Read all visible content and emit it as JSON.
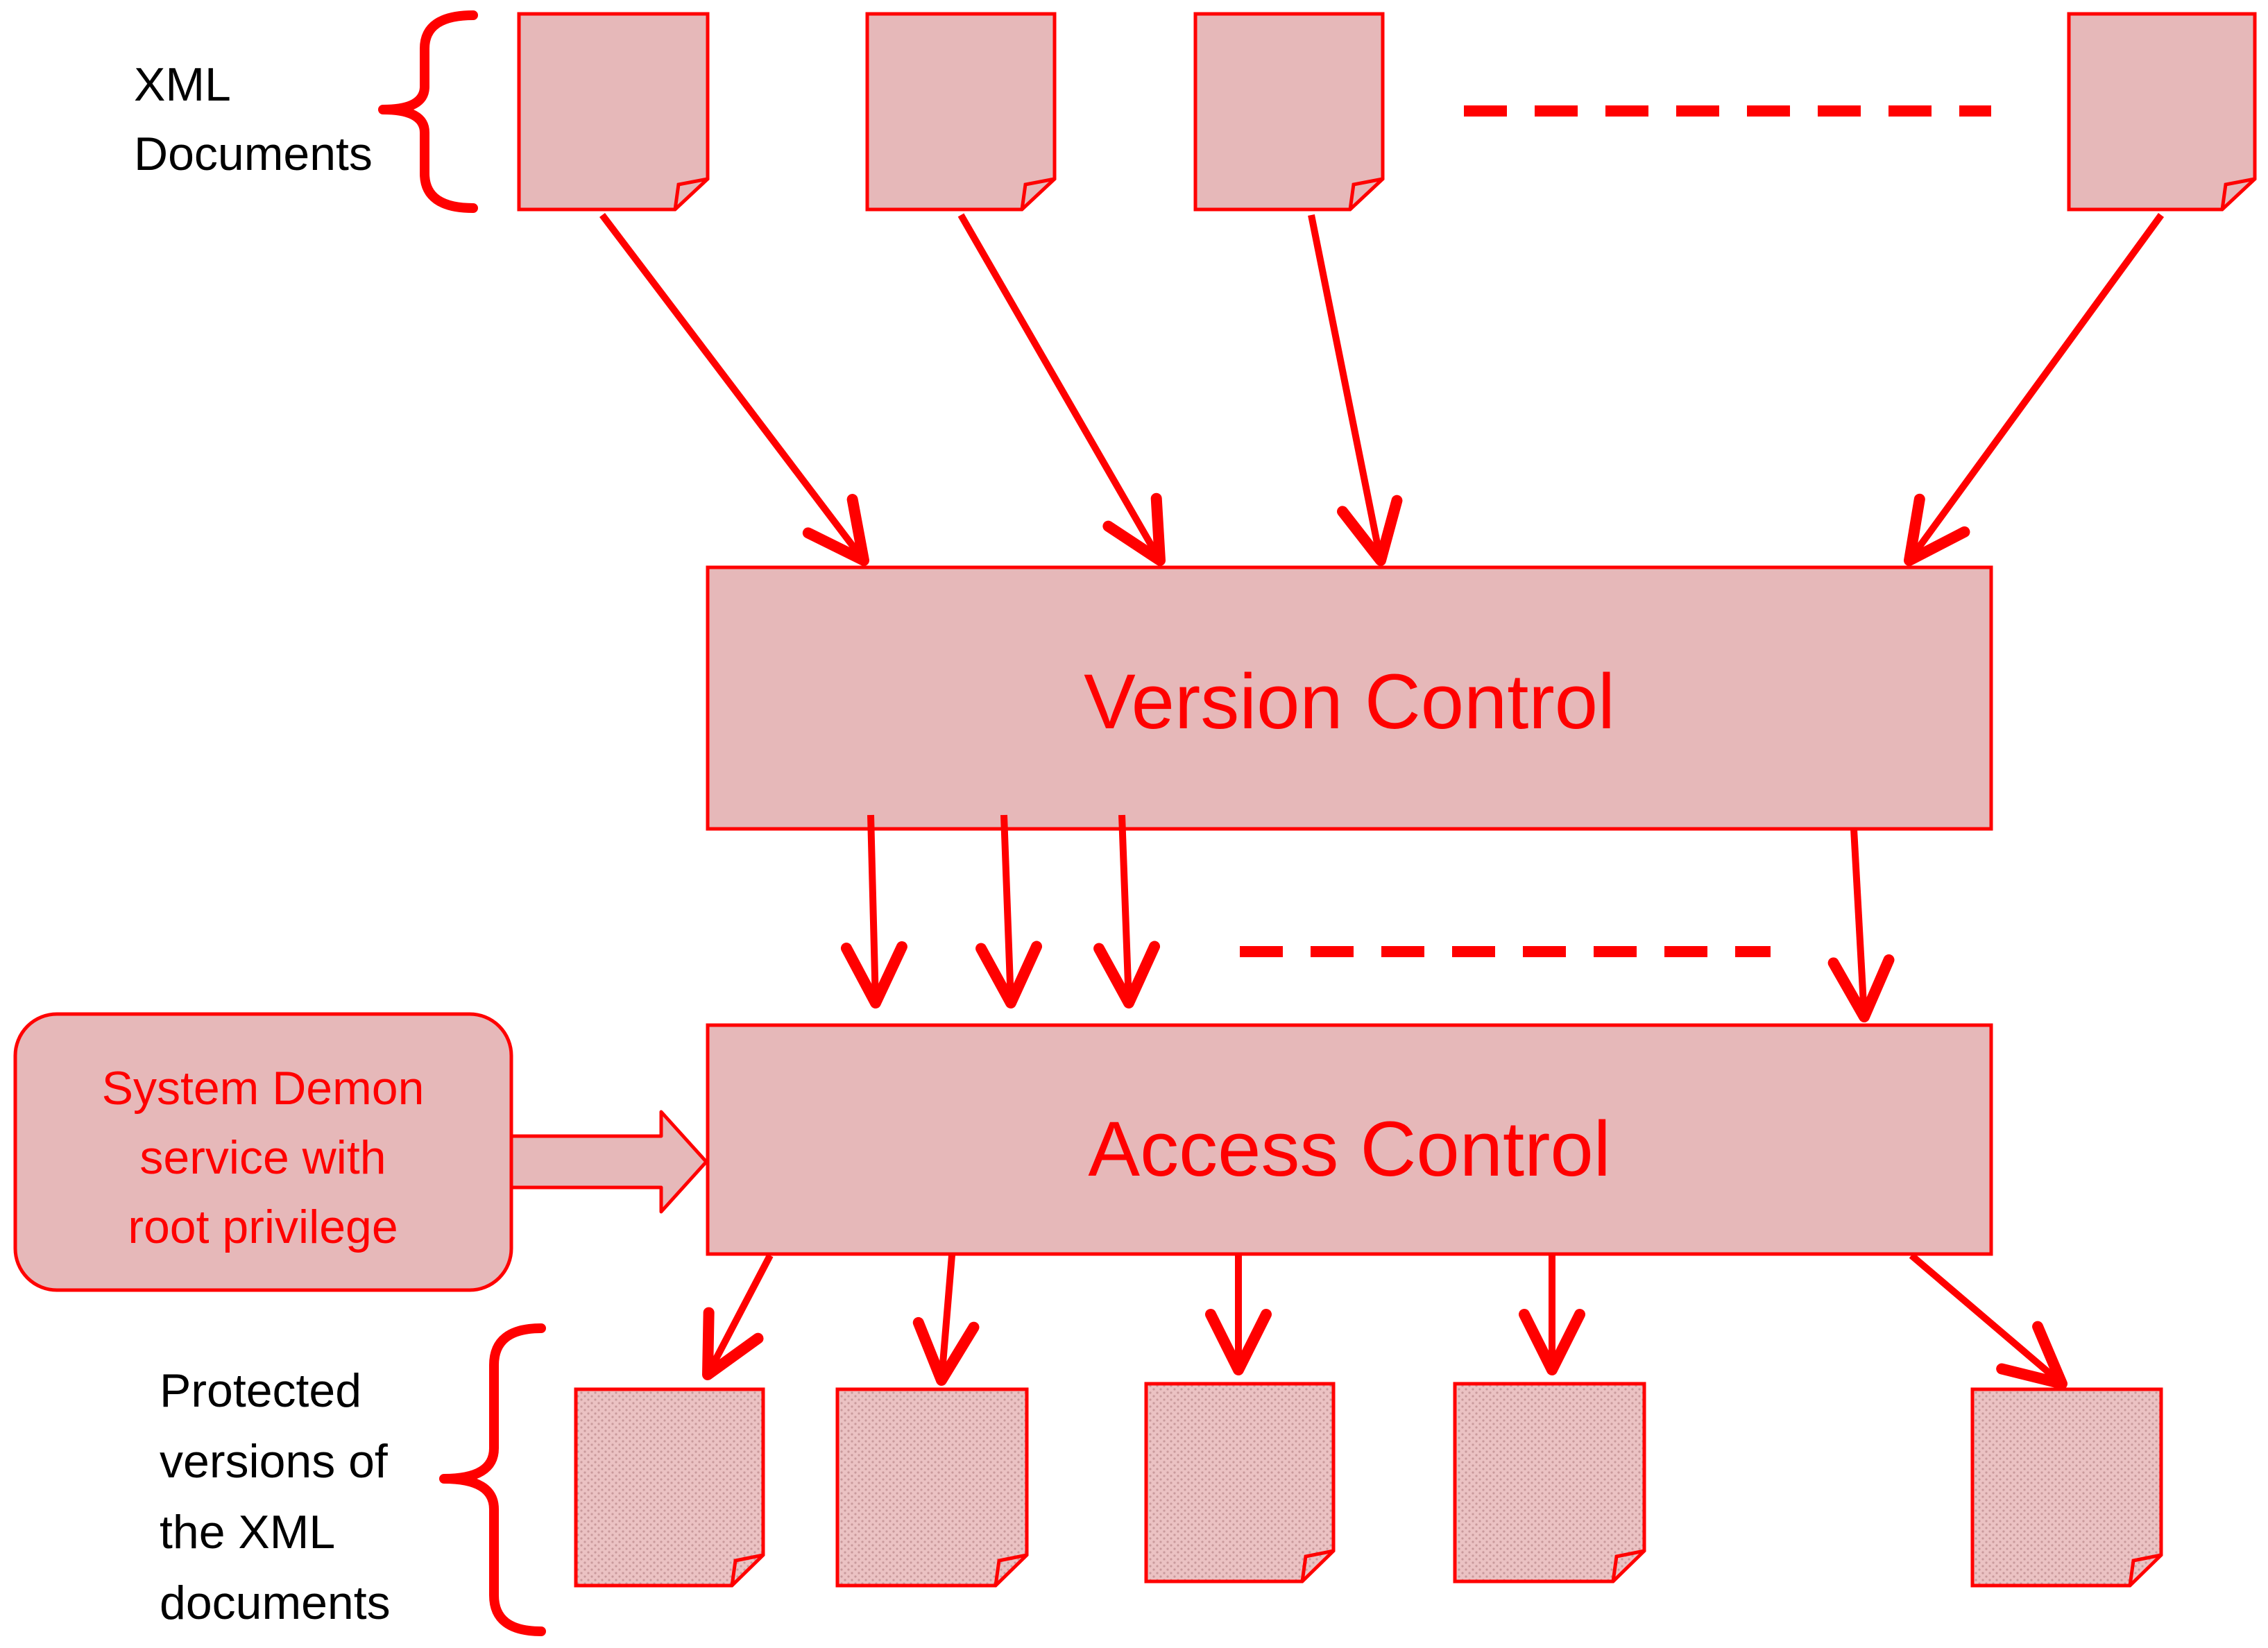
{
  "colors": {
    "stroke": "#ff0000",
    "fill": "#e6b8b9",
    "text_red": "#ff0000",
    "text_black": "#000000"
  },
  "labels": {
    "xml_documents": [
      "XML",
      "Documents"
    ],
    "version_control": "Version Control",
    "access_control": "Access Control",
    "daemon": [
      "System Demon",
      "service with",
      "root privilege"
    ],
    "protected": [
      "Protected",
      "versions of",
      "the XML",
      "documents"
    ]
  },
  "icons": {
    "document": "document-icon",
    "protected_document": "protected-document-icon",
    "brace": "brace-icon",
    "block_arrow": "block-arrow-icon"
  }
}
